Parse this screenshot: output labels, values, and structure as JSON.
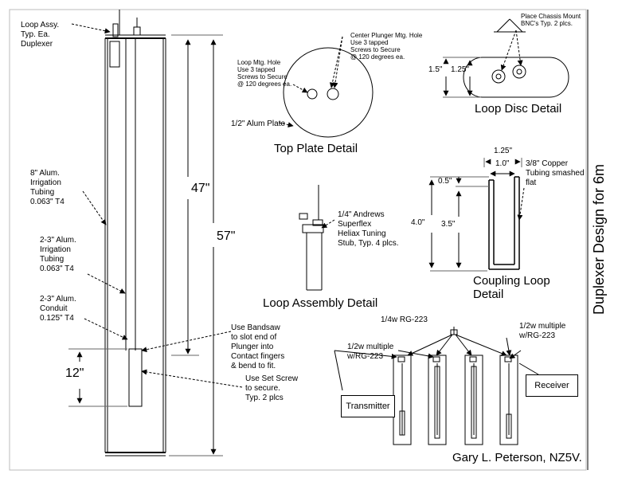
{
  "labels": {
    "loop_assy": "Loop Assy.\nTyp. Ea.\nDuplexer",
    "tubing_8in": "8\" Alum.\nIrrigation\nTubing\n0.063\" T4",
    "tubing_2_3in": "2-3\" Alum.\nIrrigation\nTubing\n0.063\" T4",
    "conduit": "2-3\" Alum.\nConduit\n0.125\" T4",
    "bandsaw_note": "Use Bandsaw\nto slot end of\nPlunger into\nContact fingers\n& bend to fit.",
    "set_screw_note": "Use Set Screw\nto secure.\nTyp. 2 plcs",
    "loop_mtg_hole": "Loop Mtg. Hole\nUse 3 tapped\nScrews to Secure\n@ 120 degrees ea.",
    "center_plunger_hole": "Center Plunger Mtg. Hole\nUse 3 tapped\nScrews to Secure\n@ 120 degrees ea.",
    "alum_plate": "1/2\" Alum Plate",
    "bnc_note": "Place Chassis Mount\nBNC's Typ. 2 plcs.",
    "heliax_note": "1/4\" Andrews\nSuperflex\nHeliax Tuning\nStub, Typ. 4 plcs.",
    "copper_note": "3/8\" Copper\nTubing smashed\nflat",
    "rg223_quarter": "1/4w RG-223",
    "rg223_half_left": "1/2w multiple\nw/RG-223",
    "rg223_half_right": "1/2w multiple\nw/RG-223",
    "transmitter": "Transmitter",
    "receiver": "Receiver"
  },
  "dimensions": {
    "d47": "47\"",
    "d57": "57\"",
    "d12": "12\"",
    "disc_15": "1.5\"",
    "disc_125": "1.25\"",
    "loop_125": "1.25\"",
    "loop_10": "1.0\"",
    "loop_05": "0.5\"",
    "loop_40": "4.0\"",
    "loop_35": "3.5\""
  },
  "titles": {
    "top_plate": "Top Plate Detail",
    "loop_disc": "Loop Disc Detail",
    "loop_assembly": "Loop Assembly Detail",
    "coupling_loop": "Coupling Loop\nDetail",
    "sheet_title": "Duplexer Design for 6m",
    "author": "Gary L. Peterson, NZ5V."
  }
}
